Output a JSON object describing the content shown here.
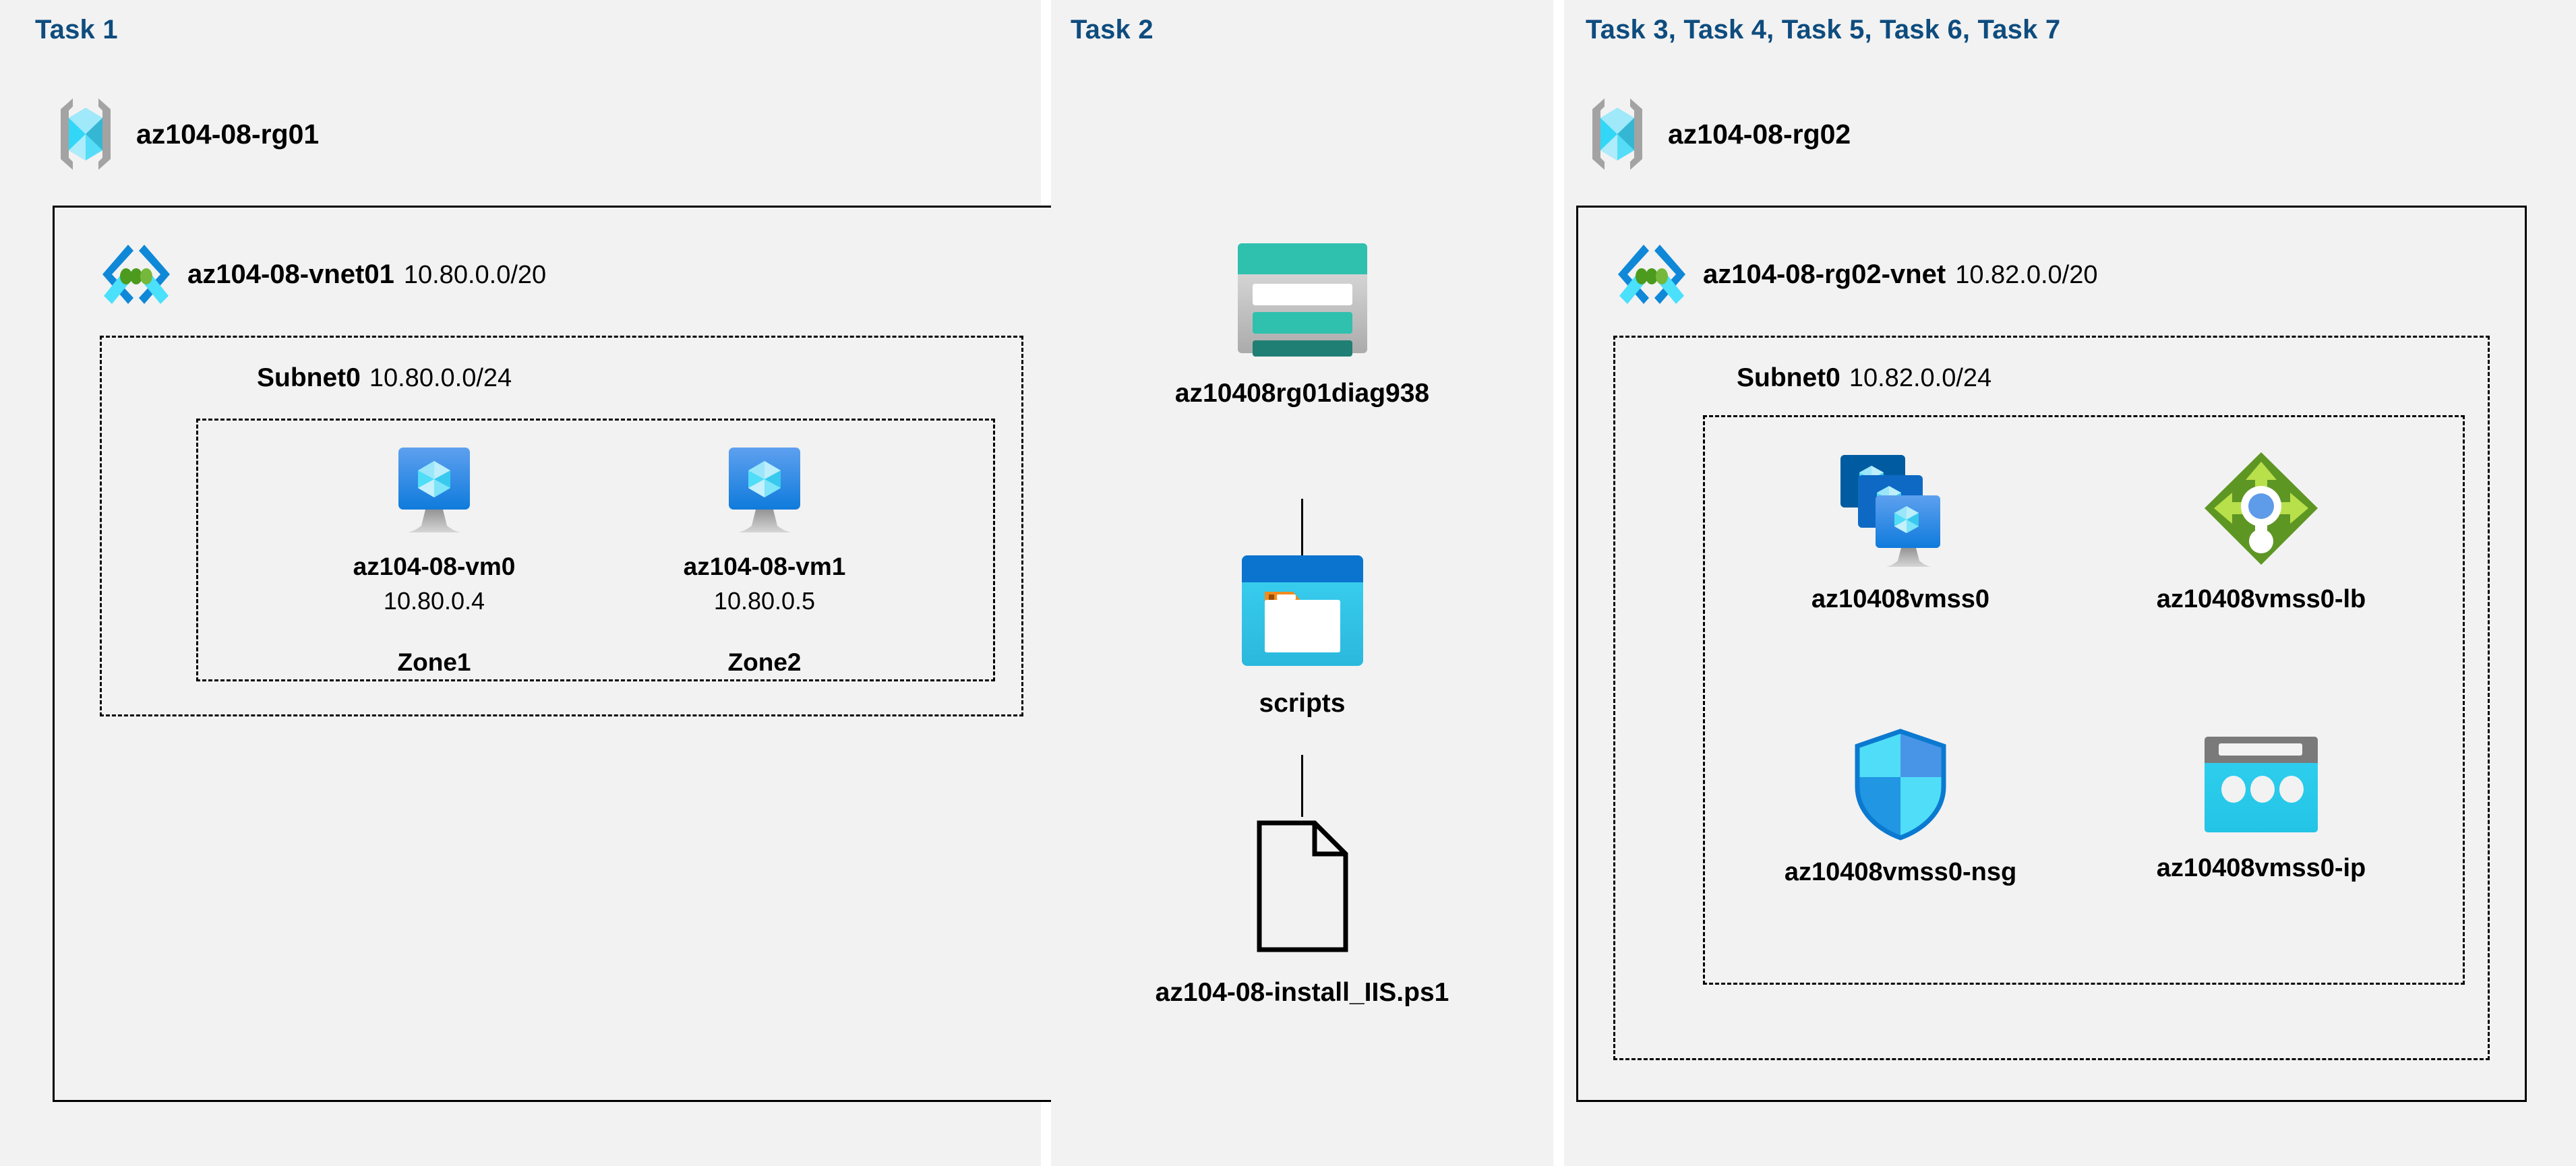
{
  "panels": [
    {
      "task_label": "Task 1"
    },
    {
      "task_label": "Task 2"
    },
    {
      "task_label": "Task 3, Task 4, Task 5, Task 6, Task 7"
    }
  ],
  "colors": {
    "task_label": "#0E4C7E",
    "panel_bg": "#f2f2f2",
    "page_bg": "#ffffff",
    "border": "#000000",
    "azure_blue": "#0078D4",
    "azure_cyan": "#32C8F0",
    "storage_teal": "#2BBFAD",
    "lb_green": "#5E9624",
    "nsg_blue": "#0B8BE0"
  },
  "task1": {
    "resource_group": {
      "name": "az104-08-rg01",
      "icon": "resource-group-icon"
    },
    "vnet": {
      "name": "az104-08-vnet01",
      "cidr": "10.80.0.0/20",
      "icon": "virtual-network-icon"
    },
    "subnet": {
      "name": "Subnet0",
      "cidr": "10.80.0.0/24"
    },
    "vms": [
      {
        "name": "az104-08-vm0",
        "ip": "10.80.0.4",
        "zone": "Zone1",
        "icon": "virtual-machine-icon"
      },
      {
        "name": "az104-08-vm1",
        "ip": "10.80.0.5",
        "zone": "Zone2",
        "icon": "virtual-machine-icon"
      }
    ]
  },
  "task2": {
    "items": [
      {
        "name": "az10408rg01diag938",
        "icon": "storage-account-icon"
      },
      {
        "name": "scripts",
        "icon": "blob-container-icon"
      },
      {
        "name": "az104-08-install_IIS.ps1",
        "icon": "script-file-icon"
      }
    ]
  },
  "task37": {
    "resource_group": {
      "name": "az104-08-rg02",
      "icon": "resource-group-icon"
    },
    "vnet": {
      "name": "az104-08-rg02-vnet",
      "cidr": "10.82.0.0/20",
      "icon": "virtual-network-icon"
    },
    "subnet": {
      "name": "Subnet0",
      "cidr": "10.82.0.0/24"
    },
    "resources": [
      {
        "name": "az10408vmss0",
        "icon": "vm-scale-set-icon"
      },
      {
        "name": "az10408vmss0-lb",
        "icon": "load-balancer-icon"
      },
      {
        "name": "az10408vmss0-nsg",
        "icon": "network-security-group-icon"
      },
      {
        "name": "az10408vmss0-ip",
        "icon": "public-ip-address-icon"
      }
    ]
  }
}
